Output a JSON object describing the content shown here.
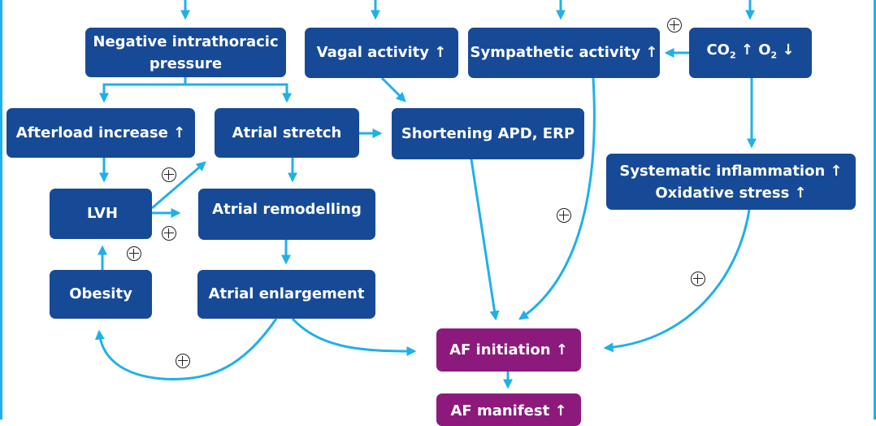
{
  "colors": {
    "node": "#174a96",
    "af_node": "#8c1a7c",
    "arrow": "#1fb0e8",
    "frame": "#1fb0e8"
  },
  "nodes": {
    "negative_pressure": {
      "line1": "Negative intrathoracic",
      "line2": "pressure"
    },
    "vagal": "Vagal activity ↑",
    "sympathetic": "Sympathetic activity ↑",
    "gas": {
      "co": "CO",
      "sub2a": "2",
      "mid": " ↑ O",
      "sub2b": "2",
      "tail": " ↓"
    },
    "afterload": "Afterload increase ↑",
    "atrial_stretch": "Atrial stretch",
    "shortening": "Shortening APD, ERP",
    "inflammation": {
      "line1": "Systematic inflammation  ↑",
      "line2": "Oxidative stress  ↑"
    },
    "lvh": "LVH",
    "remodelling": "Atrial remodelling",
    "obesity": "Obesity",
    "enlargement": "Atrial enlargement",
    "af_initiation": "AF initiation ↑",
    "af_manifest": "AF manifest ↑"
  }
}
